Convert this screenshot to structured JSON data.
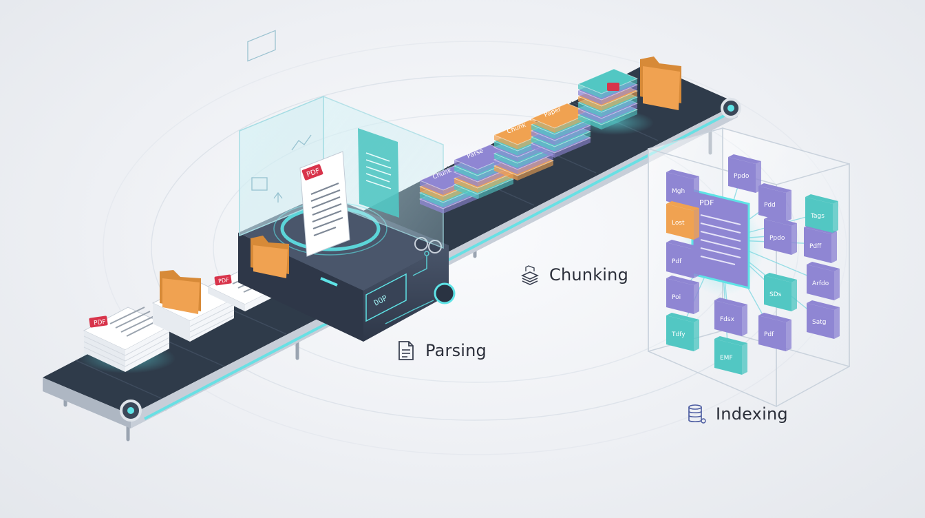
{
  "stages": {
    "parsing": {
      "label": "Parsing",
      "icon": "document-icon"
    },
    "chunking": {
      "label": "Chunking",
      "icon": "stacked-layers-icon"
    },
    "indexing": {
      "label": "Indexing",
      "icon": "database-icon"
    }
  },
  "document_tags": [
    "PDF",
    "PDF",
    "PDF",
    "PDF"
  ],
  "machine": {
    "panel_text": "DOP"
  },
  "chunk_labels": [
    "Chunk",
    "Parse",
    "Chunk",
    "Paper"
  ],
  "index_tiles": [
    "Mgh",
    "Ppdo",
    "Pdd",
    "Lost",
    "Pdff",
    "Ppdo",
    "Tags",
    "Pdf",
    "SDs",
    "Arfdo",
    "Poi",
    "Fdsx",
    "Pdf",
    "Satg",
    "Tdfy",
    "EMF"
  ],
  "colors": {
    "teal": "#52c7c3",
    "purple": "#8f86d3",
    "orange": "#f0a251",
    "red_tag": "#d8344b",
    "belt": "#2f3b4a",
    "machine": "#3a4558",
    "glow": "#5ee3e6"
  }
}
